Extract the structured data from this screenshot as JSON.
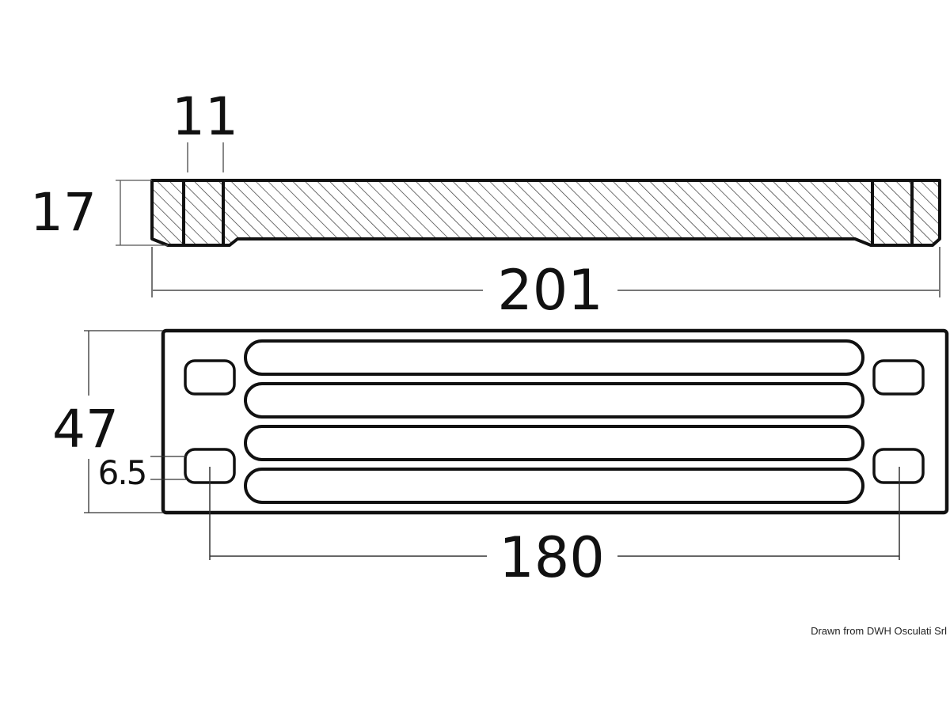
{
  "drawing": {
    "dimensions": {
      "hole_spacing_side": "11",
      "thickness": "17",
      "overall_length": "201",
      "width": "47",
      "hole_size": "6.5",
      "hole_center_distance": "180"
    },
    "credit": "Drawn from DWH Osculati Srl"
  }
}
